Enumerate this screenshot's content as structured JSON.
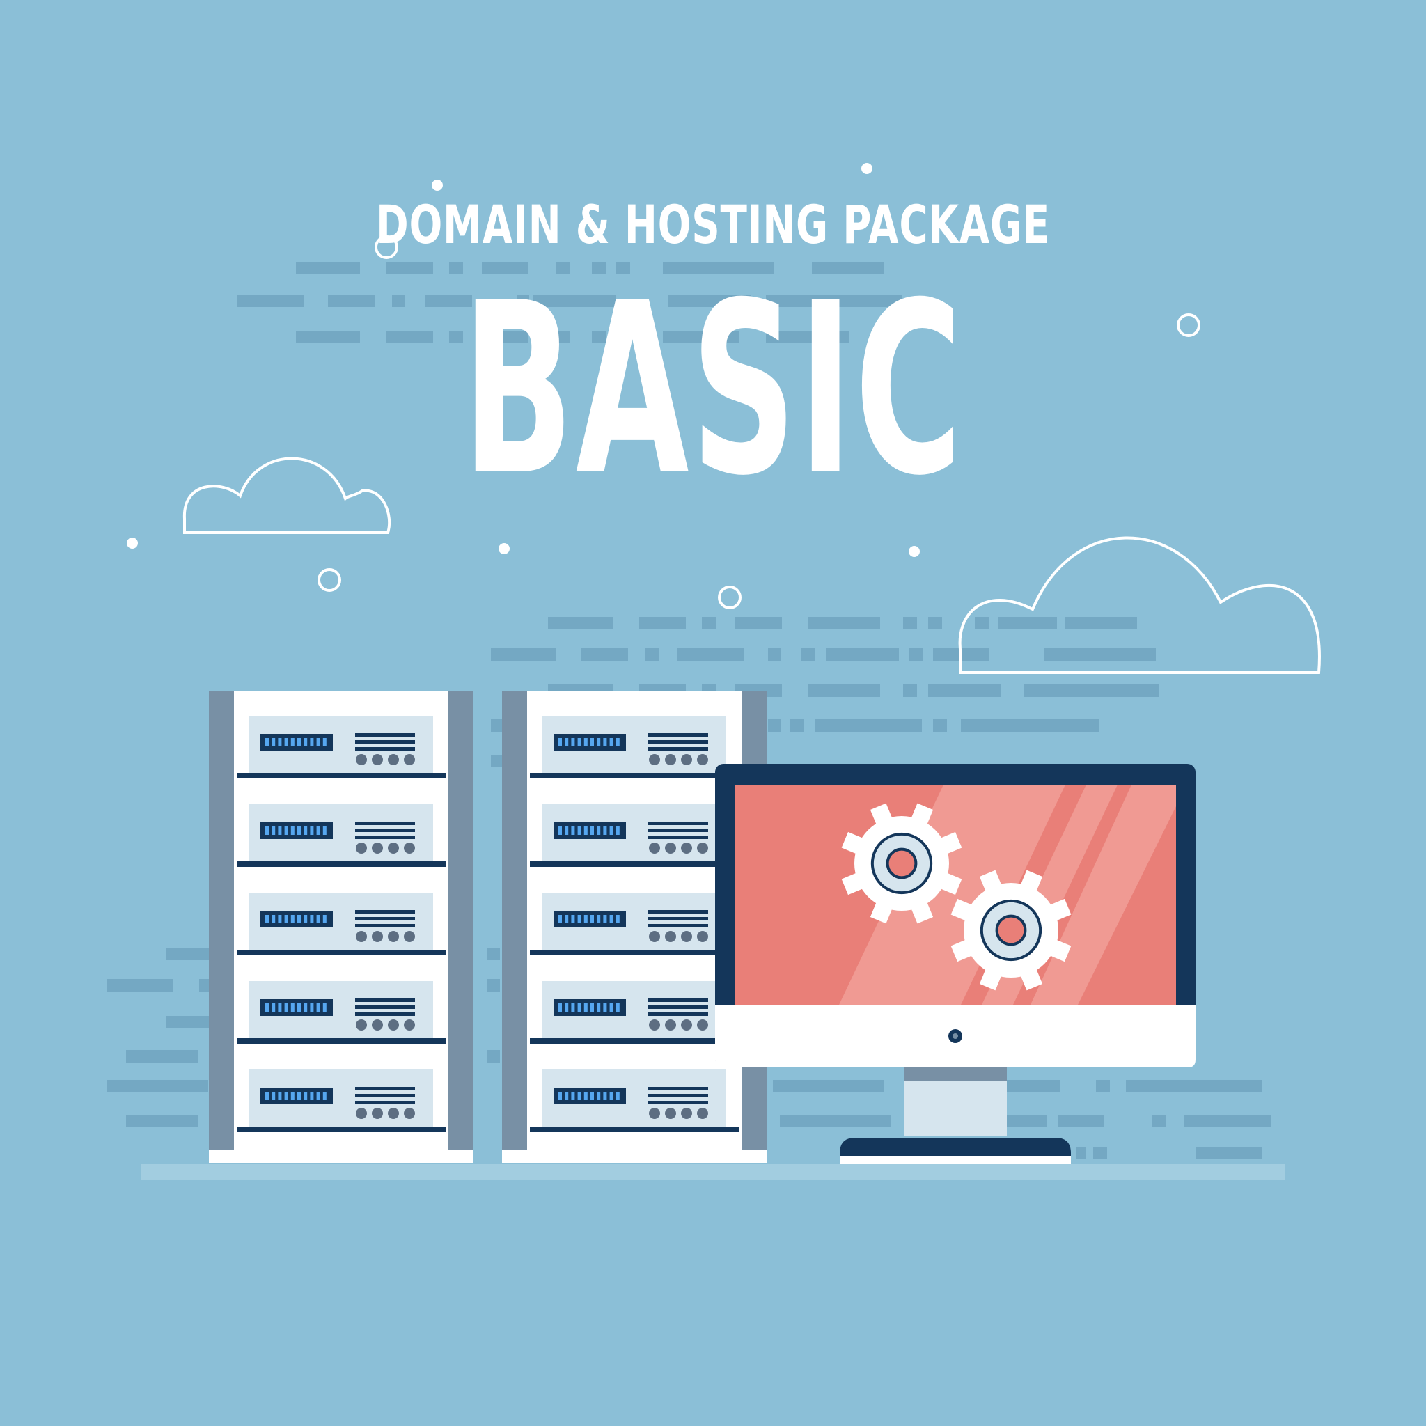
{
  "banner": {
    "subtitle": "DOMAIN & HOSTING PACKAGE",
    "title": "BASIC"
  },
  "illustration": {
    "scene": [
      "cloud-icon",
      "server-rack-icon",
      "monitor-icon",
      "gear-icon"
    ],
    "rack_count": 2,
    "units_per_rack": 5,
    "gears_on_screen": 2
  },
  "colors": {
    "background": "#8bbfd7",
    "background_stripe": "#74a8c3",
    "navy": "#14365a",
    "screen_red": "#e97f78",
    "screen_highlight": "#f09a93",
    "rack_post": "#7890a5",
    "server_face": "#d6e5ee",
    "indicator_blue": "#56a7f0",
    "white": "#ffffff"
  }
}
